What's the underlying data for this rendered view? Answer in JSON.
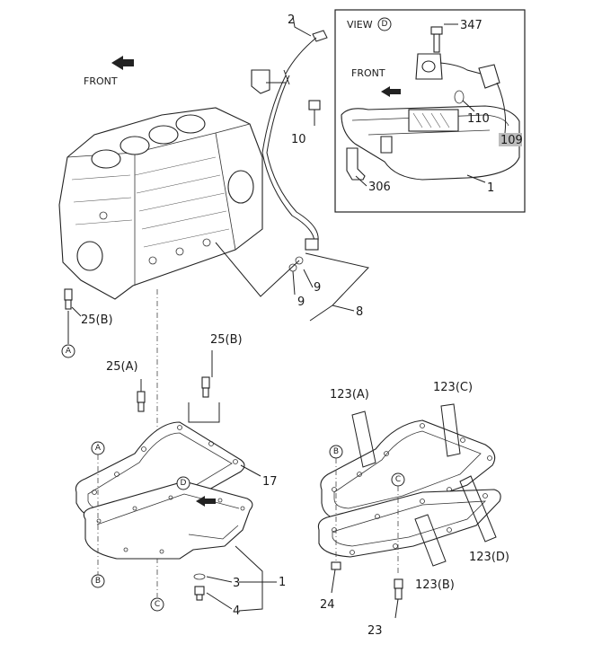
{
  "front_label_main": "FRONT",
  "view_box": {
    "title": "VIEW",
    "view_letter": "D",
    "front_label": "FRONT"
  },
  "callouts": {
    "c2": "2",
    "c10": "10",
    "c9a": "9",
    "c9b": "9",
    "c8": "8",
    "c347": "347",
    "c110": "110",
    "c109": "109",
    "c306": "306",
    "c1_view": "1",
    "c25b_top": "25(B)",
    "c25b_mid": "25(B)",
    "c25a": "25(A)",
    "c17": "17",
    "c3": "3",
    "c4": "4",
    "c1_main": "1",
    "c123a": "123(A)",
    "c123c": "123(C)",
    "c123d": "123(D)",
    "c123b": "123(B)",
    "c24": "24",
    "c23": "23"
  },
  "refs": {
    "a_block": "A",
    "a_pan": "A",
    "b_pan": "B",
    "c_line": "C",
    "b_gasket": "B",
    "c_gasket": "C",
    "d_pan": "D"
  },
  "colors": {
    "ink": "#222222",
    "highlight": "#bdbdbd"
  }
}
